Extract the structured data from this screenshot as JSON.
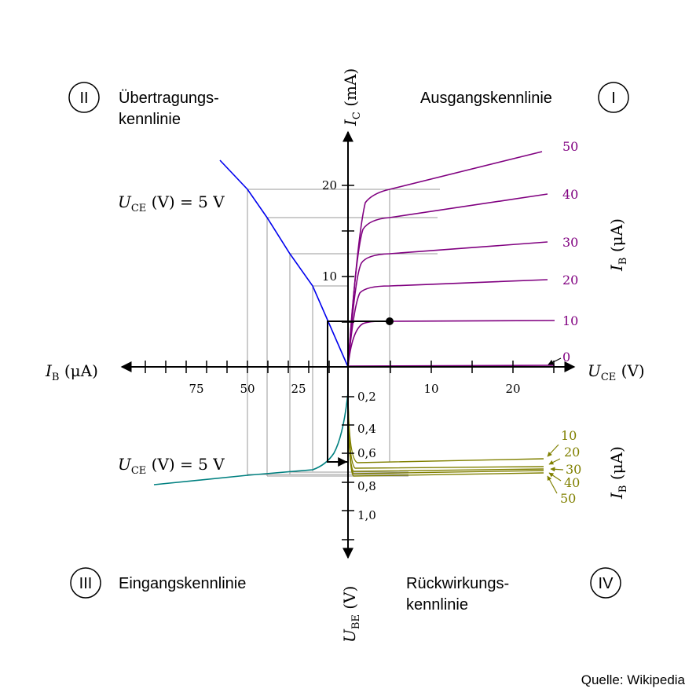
{
  "quadrants": {
    "I": {
      "numeral": "I",
      "title_lines": [
        "Ausgangskennlinie"
      ]
    },
    "II": {
      "numeral": "II",
      "title_lines": [
        "Übertragungs-",
        "kennlinie"
      ]
    },
    "III": {
      "numeral": "III",
      "title_lines": [
        "Eingangskennlinie"
      ]
    },
    "IV": {
      "numeral": "IV",
      "title_lines": [
        "Rückwirkungs-",
        "kennlinie"
      ]
    }
  },
  "axes": {
    "ic": {
      "var": "I",
      "sub": "C",
      "unit": " (mA)"
    },
    "uce": {
      "var": "U",
      "sub": "CE",
      "unit": " (V)"
    },
    "ib_left": {
      "var": "I",
      "sub": "B",
      "unit": " (μA)"
    },
    "ube": {
      "var": "U",
      "sub": "BE",
      "unit": " (V)"
    },
    "ib_out": {
      "var": "I",
      "sub": "B",
      "unit": " (μA)"
    },
    "ib_feedback": {
      "var": "I",
      "sub": "B",
      "unit": " (μA)"
    }
  },
  "ticks": {
    "ic": [
      "20",
      "10"
    ],
    "uce": [
      "10",
      "20"
    ],
    "ib": [
      "75",
      "50",
      "25"
    ],
    "ube": [
      "0,2",
      "0,4",
      "0,6",
      "0,8",
      "1,0"
    ]
  },
  "condition_labels": {
    "transfer": {
      "var": "U",
      "sub": "CE",
      "text": " (V) = 5 V"
    },
    "input": {
      "var": "U",
      "sub": "CE",
      "text": " (V) = 5 V"
    }
  },
  "output_curves": {
    "color": "#800080",
    "ib_values": [
      "50",
      "40",
      "30",
      "20",
      "10",
      "0"
    ]
  },
  "feedback_curves": {
    "color": "#808000",
    "ib_values": [
      "10",
      "20",
      "30",
      "40",
      "50"
    ]
  },
  "colors": {
    "transfer": "#0000ee",
    "input": "#008080",
    "output": "#800080",
    "feedback": "#808000",
    "axis": "#000000",
    "grid": "#999999"
  },
  "source": "Quelle: Wikipedia"
}
